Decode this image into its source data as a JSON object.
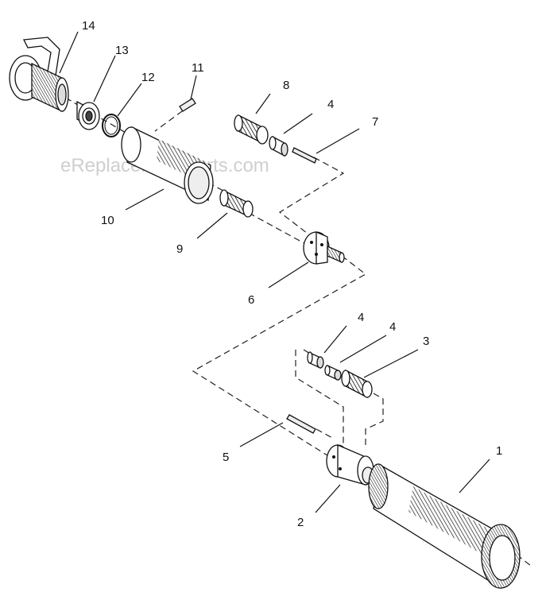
{
  "watermark": "eReplacementParts.com",
  "callouts": {
    "c1": "1",
    "c2": "2",
    "c3": "3",
    "c4a": "4",
    "c4b": "4",
    "c4c": "4",
    "c5": "5",
    "c6": "6",
    "c7": "7",
    "c8": "8",
    "c9": "9",
    "c10": "10",
    "c11": "11",
    "c12": "12",
    "c13": "13",
    "c14": "14"
  }
}
